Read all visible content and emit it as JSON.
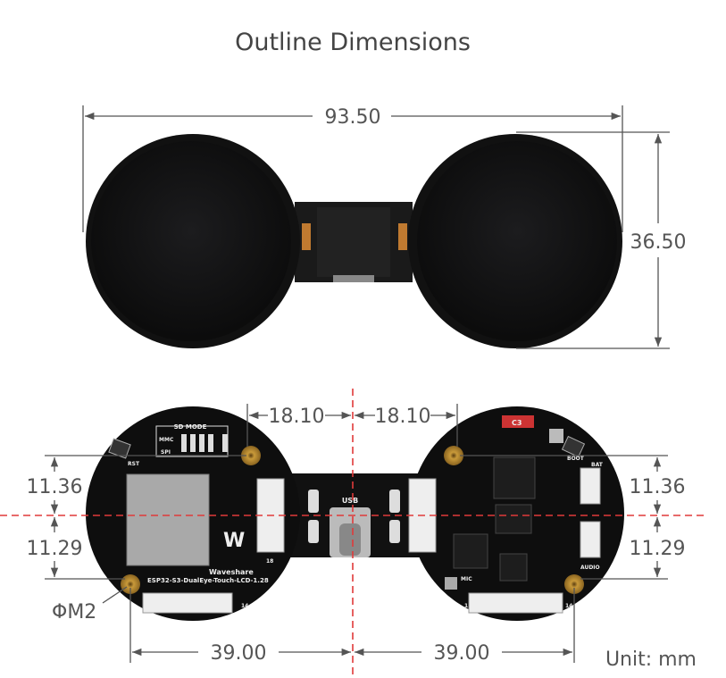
{
  "title": "Outline Dimensions",
  "top_view": {
    "width": "93.50",
    "height": "36.50"
  },
  "bottom_view": {
    "center_to_hole_left": "18.10",
    "center_to_hole_right": "18.10",
    "upper_hole_offset_left": "11.36",
    "lower_hole_offset_left": "11.29",
    "upper_hole_offset_right": "11.36",
    "lower_hole_offset_right": "11.29",
    "hole_spec": "ΦM2",
    "span_left": "39.00",
    "span_right": "39.00",
    "unit": "Unit: mm"
  },
  "board_silkscreen": {
    "sd_mode": "SD MODE",
    "mmc": "MMC",
    "spi": "SPI",
    "rst": "RST",
    "brand": "Waveshare",
    "model": "ESP32-S3-DualEye-Touch-LCD-1.28",
    "usb": "USB",
    "pin1": "1",
    "pin18": "18",
    "pin14": "14",
    "boot": "BOOT",
    "bat": "BAT",
    "audio": "AUDIO",
    "mic": "MIC",
    "c3": "C3"
  },
  "colors": {
    "dimension_line": "#555555",
    "center_line": "#e03a3a",
    "board": "#111111"
  }
}
